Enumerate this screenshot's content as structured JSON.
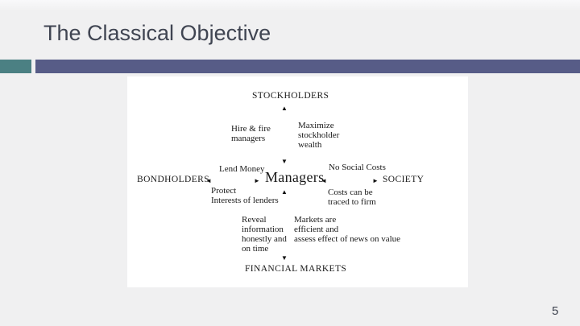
{
  "slide": {
    "title": "The Classical Objective",
    "page_number": "5"
  },
  "diagram": {
    "nodes": {
      "stockholders": "STOCKHOLDERS",
      "managers": "Managers",
      "bondholders": "BONDHOLDERS",
      "society": "SOCIETY",
      "financial_markets": "FINANCIAL MARKETS"
    },
    "labels": {
      "hire_fire": "Hire & fire\nmanagers",
      "maximize_wealth": "Maximize\nstockholder\nwealth",
      "lend_money": "Lend Money",
      "no_social_costs": "No Social Costs",
      "protect_lenders": "Protect\nInterests of lenders",
      "costs_traced": "Costs can be\ntraced to firm",
      "reveal_info": "Reveal\ninformation\nhonestly and\non time",
      "markets_efficient": "Markets are\nefficient and\nassess effect of news on value"
    },
    "arrows": {
      "up": "▲",
      "down": "▼",
      "left": "◄",
      "right": "►"
    }
  },
  "colors": {
    "accent_teal": "#4B8083",
    "accent_purple": "#575C87",
    "title_text": "#404552",
    "slide_background": "#F0F0F1",
    "diagram_background": "#FFFFFF",
    "diagram_text": "#1A1A1A"
  }
}
